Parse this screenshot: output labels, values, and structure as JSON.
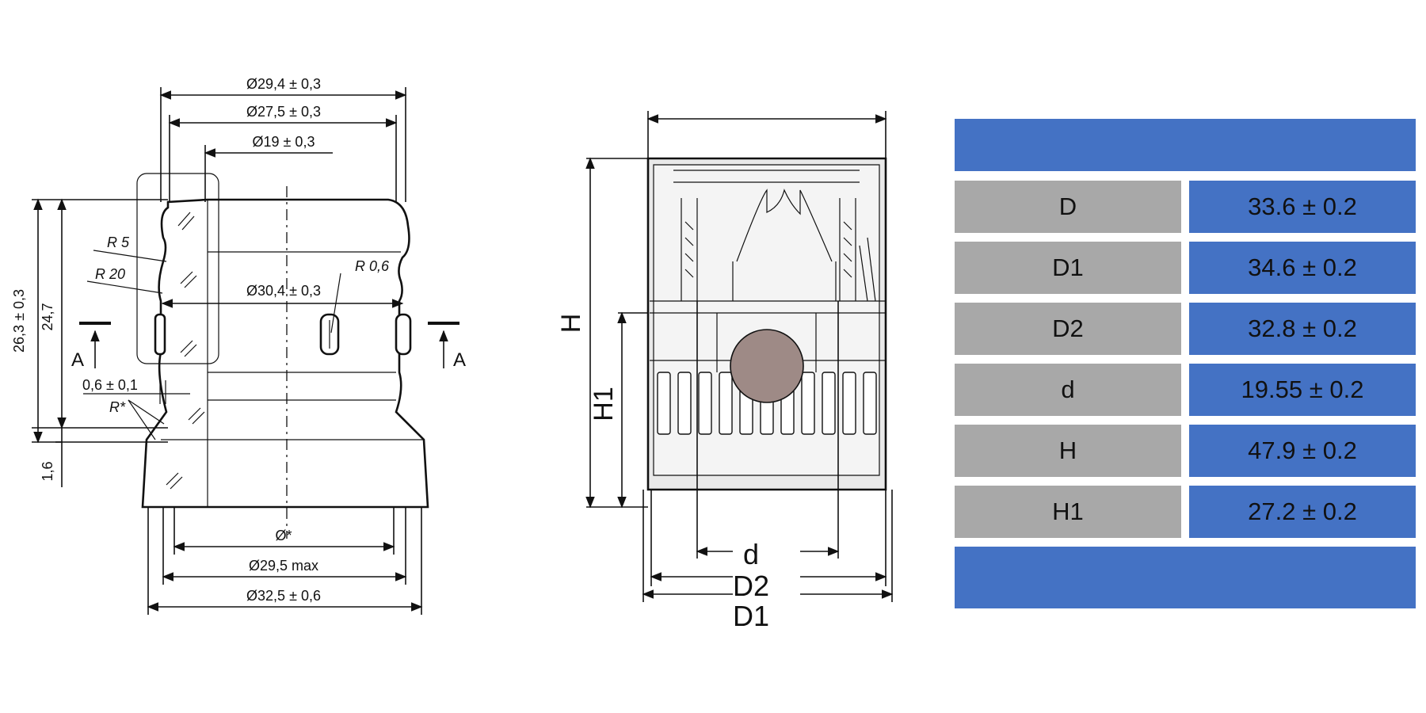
{
  "left_drawing": {
    "dims": {
      "d_29_4": "Ø29,4 ± 0,3",
      "d_27_5": "Ø27,5 ± 0,3",
      "d_19": "Ø19 ± 0,3",
      "d_30_4": "Ø30,4 ± 0,3",
      "d_star": "Ø*",
      "d_29_5": "Ø29,5 max",
      "d_32_5": "Ø32,5 ± 0,6",
      "h_26_3": "26,3 ± 0,3",
      "h_24_7": "24,7",
      "h_1_6": "1,6",
      "r5": "R 5",
      "r20": "R 20",
      "r06": "R 0,6",
      "rstar": "R*",
      "gap": "0,6 ± 0,1",
      "section_left": "A",
      "section_right": "A"
    }
  },
  "center_drawing": {
    "labels": {
      "h": "H",
      "h1": "H1",
      "d": "d",
      "d2": "D2",
      "d1": "D1"
    },
    "colors": {
      "ball": "#9e8a86",
      "fill": "#e9e9e9"
    }
  },
  "table": {
    "colors": {
      "key_bg": "#a8a8a8",
      "value_bg": "#4472c4"
    },
    "rows": [
      {
        "key": "D",
        "value": "33.6 ± 0.2"
      },
      {
        "key": "D1",
        "value": "34.6 ± 0.2"
      },
      {
        "key": "D2",
        "value": "32.8 ± 0.2"
      },
      {
        "key": "d",
        "value": "19.55 ± 0.2"
      },
      {
        "key": "H",
        "value": "47.9 ± 0.2"
      },
      {
        "key": "H1",
        "value": "27.2 ± 0.2"
      }
    ]
  }
}
